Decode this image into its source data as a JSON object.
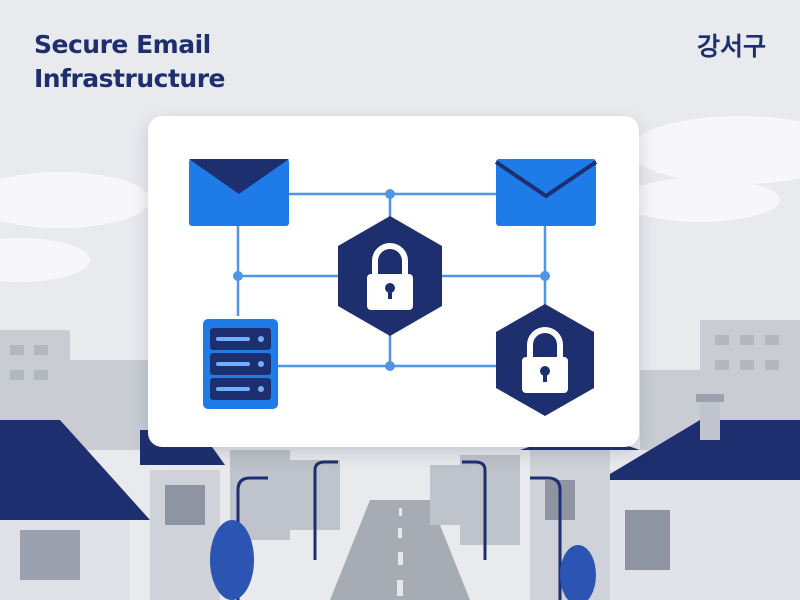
{
  "header": {
    "title_line1": "Secure Email",
    "title_line2": "Infrastructure",
    "district": "강서구"
  },
  "colors": {
    "navy": "#1d2f6f",
    "blue": "#1f7be8",
    "connector": "#4f97e6",
    "background": "#e9eaee"
  },
  "diagram": {
    "nodes": [
      {
        "name": "email-envelope-icon",
        "icon": "envelope",
        "color": "#1f7be8"
      },
      {
        "name": "email-envelope-icon",
        "icon": "envelope",
        "color": "#1f7be8"
      },
      {
        "name": "server-stack-icon",
        "icon": "server",
        "color": "#1f7be8"
      },
      {
        "name": "padlock-hexagon-icon",
        "icon": "padlock-hexagon",
        "color": "#1d2f6f"
      },
      {
        "name": "padlock-hexagon-icon",
        "icon": "padlock-hexagon",
        "color": "#1d2f6f"
      }
    ]
  }
}
